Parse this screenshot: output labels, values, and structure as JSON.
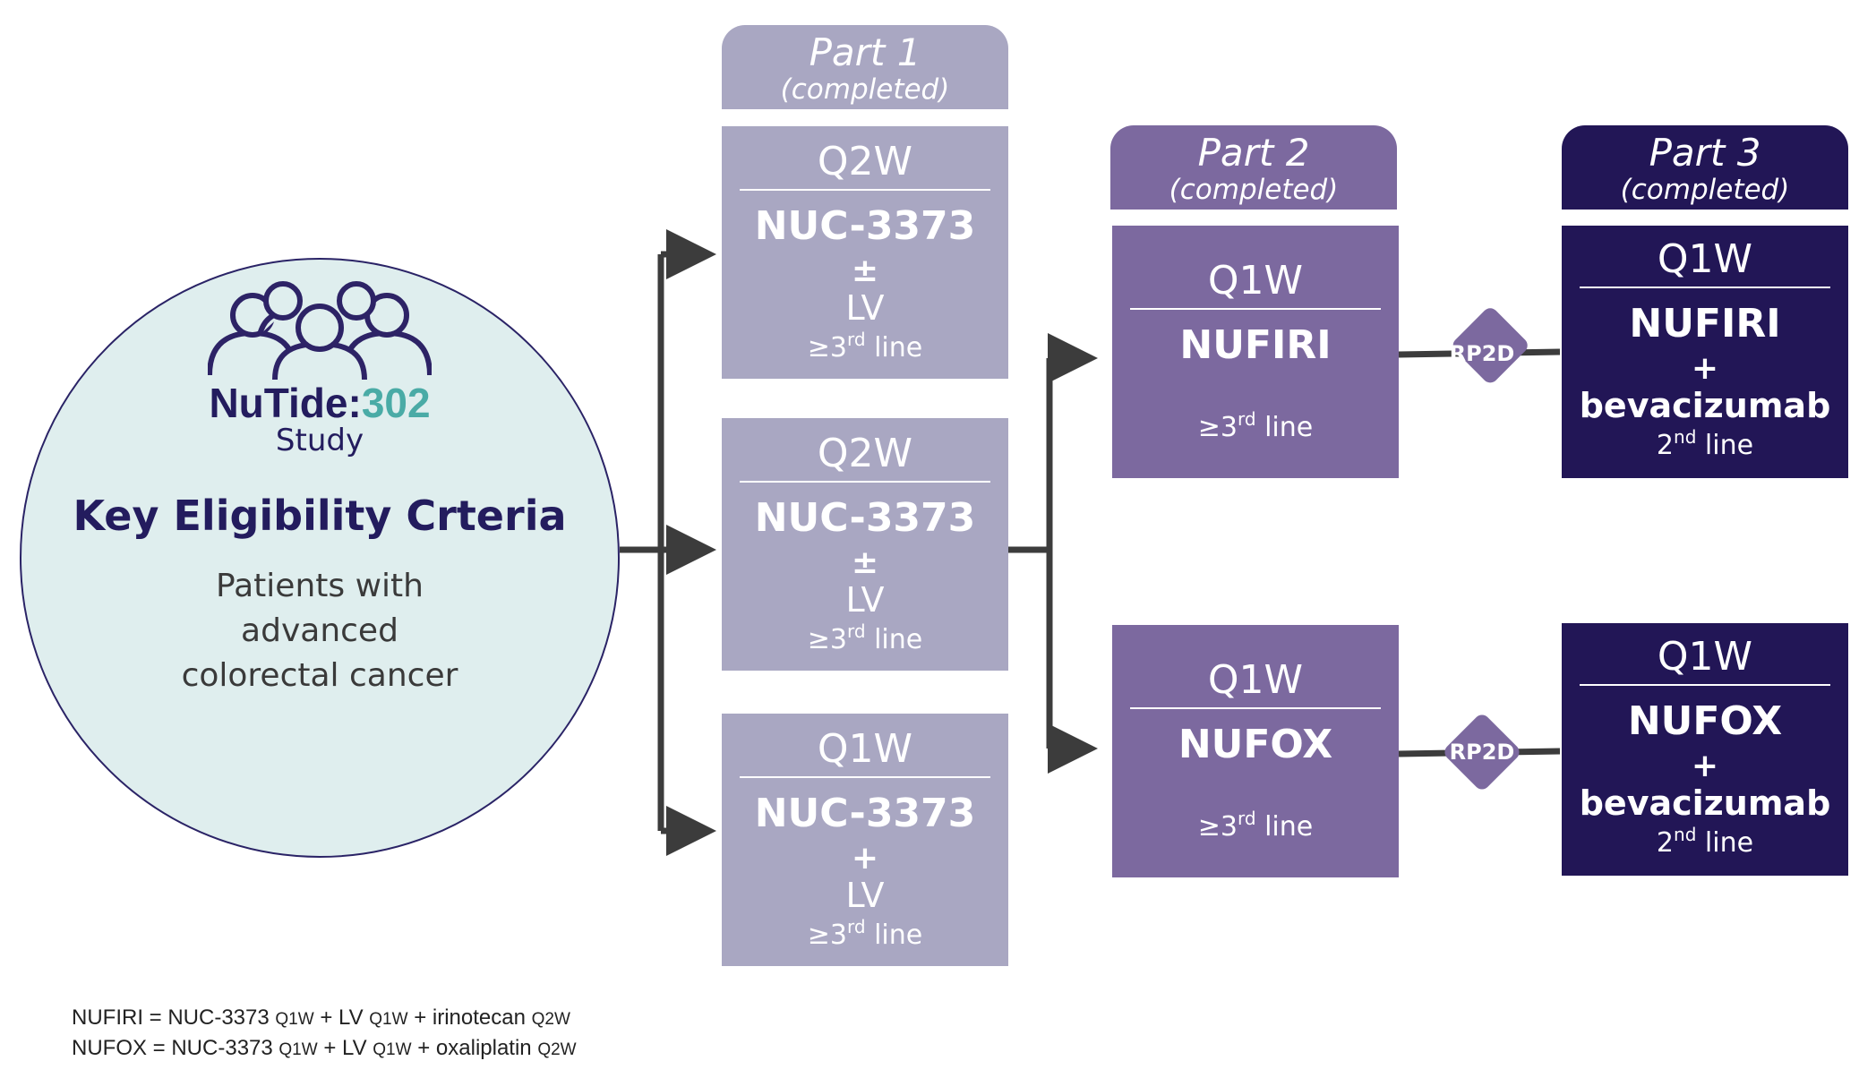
{
  "study": {
    "brand_name": "NuTide:",
    "brand_number": "302",
    "label": "Study",
    "criteria_title": "Key Eligibility Crteria",
    "criteria_lines": [
      "Patients with",
      "advanced",
      "colorectal cancer"
    ]
  },
  "parts": [
    {
      "title": "Part 1",
      "status": "(completed)"
    },
    {
      "title": "Part 2",
      "status": "(completed)"
    },
    {
      "title": "Part 3",
      "status": "(completed)"
    }
  ],
  "part1_arms": [
    {
      "schedule": "Q2W",
      "drug": "NUC-3373",
      "connector": "±",
      "partner": "LV",
      "line_prefix": "≥3",
      "line_sup": "rd",
      "line_suffix": " line"
    },
    {
      "schedule": "Q2W",
      "drug": "NUC-3373",
      "connector": "±",
      "partner": "LV",
      "line_prefix": "≥3",
      "line_sup": "rd",
      "line_suffix": " line"
    },
    {
      "schedule": "Q1W",
      "drug": "NUC-3373",
      "connector": "+",
      "partner": "LV",
      "line_prefix": "≥3",
      "line_sup": "rd",
      "line_suffix": " line"
    }
  ],
  "part2_arms": [
    {
      "schedule": "Q1W",
      "drug": "NUFIRI",
      "line_prefix": "≥3",
      "line_sup": "rd",
      "line_suffix": " line"
    },
    {
      "schedule": "Q1W",
      "drug": "NUFOX",
      "line_prefix": "≥3",
      "line_sup": "rd",
      "line_suffix": " line"
    }
  ],
  "rp2d_label": "RP2D",
  "part3_arms": [
    {
      "schedule": "Q1W",
      "drug": "NUFIRI",
      "connector": "+",
      "partner": "bevacizumab",
      "line_prefix": "2",
      "line_sup": "nd",
      "line_suffix": " line"
    },
    {
      "schedule": "Q1W",
      "drug": "NUFOX",
      "connector": "+",
      "partner": "bevacizumab",
      "line_prefix": "2",
      "line_sup": "nd",
      "line_suffix": " line"
    }
  ],
  "footnotes": [
    {
      "a": "NUFIRI = NUC-3373 ",
      "s1": "Q1W",
      "b": " + LV ",
      "s2": "Q1W",
      "c": " + irinotecan ",
      "s3": "Q2W"
    },
    {
      "a": "NUFOX = NUC-3373 ",
      "s1": "Q1W",
      "b": " + LV ",
      "s2": "Q1W",
      "c": " + oxaliplatin ",
      "s3": "Q2W"
    }
  ],
  "colors": {
    "part1": "#a9a7c2",
    "part2": "#7c699f",
    "part3": "#221656",
    "circle_fill": "#dfeeee",
    "navy_text": "#231c5e",
    "teal_accent": "#4aaba6",
    "connector": "#3c3c3c"
  }
}
